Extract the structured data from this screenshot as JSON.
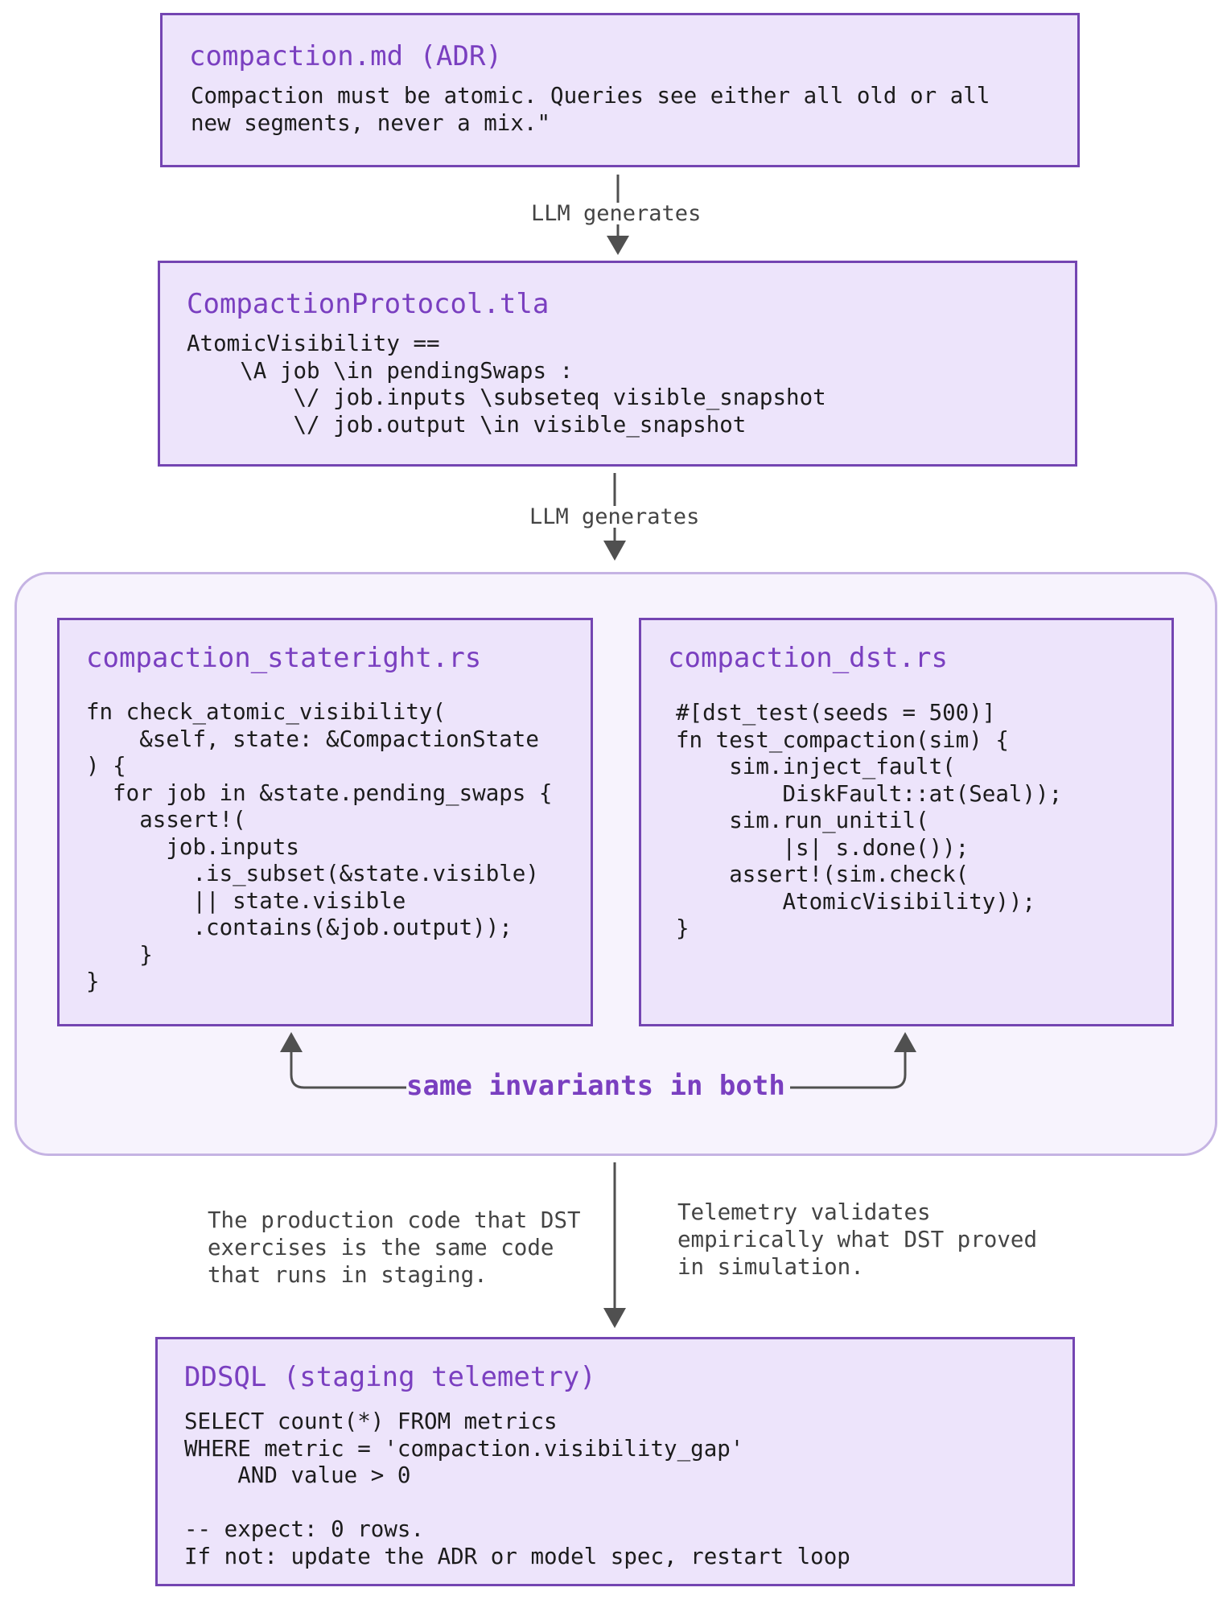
{
  "nodes": {
    "adr": {
      "title": "compaction.md (ADR)",
      "body": "Compaction must be atomic. Queries see either all old or all\nnew segments, never a mix.\""
    },
    "tla": {
      "title": "CompactionProtocol.tla",
      "body": "AtomicVisibility ==\n    \\A job \\in pendingSwaps :\n        \\/ job.inputs \\subseteq visible_snapshot\n        \\/ job.output \\in visible_snapshot"
    },
    "stateright": {
      "title": "compaction_stateright.rs",
      "body": "fn check_atomic_visibility(\n    &self, state: &CompactionState\n) {\n  for job in &state.pending_swaps {\n    assert!(\n      job.inputs\n        .is_subset(&state.visible)\n        || state.visible\n        .contains(&job.output));\n    }\n}"
    },
    "dst": {
      "title": "compaction_dst.rs",
      "body": "#[dst_test(seeds = 500)]\nfn test_compaction(sim) {\n    sim.inject_fault(\n        DiskFault::at(Seal));\n    sim.run_unitil(\n        |s| s.done());\n    assert!(sim.check(\n        AtomicVisibility));\n}"
    },
    "ddsql": {
      "title": "DDSQL (staging telemetry)",
      "body": "SELECT count(*) FROM metrics\nWHERE metric = 'compaction.visibility_gap'\n    AND value > 0\n\n-- expect: 0 rows.\nIf not: update the ADR or model spec, restart loop"
    }
  },
  "edges": {
    "adr_to_tla": "LLM generates",
    "tla_to_group": "LLM generates"
  },
  "shared_label": "same invariants in both",
  "notes": {
    "left": "The production code that DST\nexercises is the same code\nthat runs in staging.",
    "right": "Telemetry validates\nempirically what DST proved\nin simulation."
  },
  "colors": {
    "box_fill": "#ede4fb",
    "box_border": "#7445b2",
    "title": "#7a3fc0",
    "group_fill": "#f7f3fd",
    "group_border": "#c5b3e3",
    "arrow": "#505050"
  }
}
